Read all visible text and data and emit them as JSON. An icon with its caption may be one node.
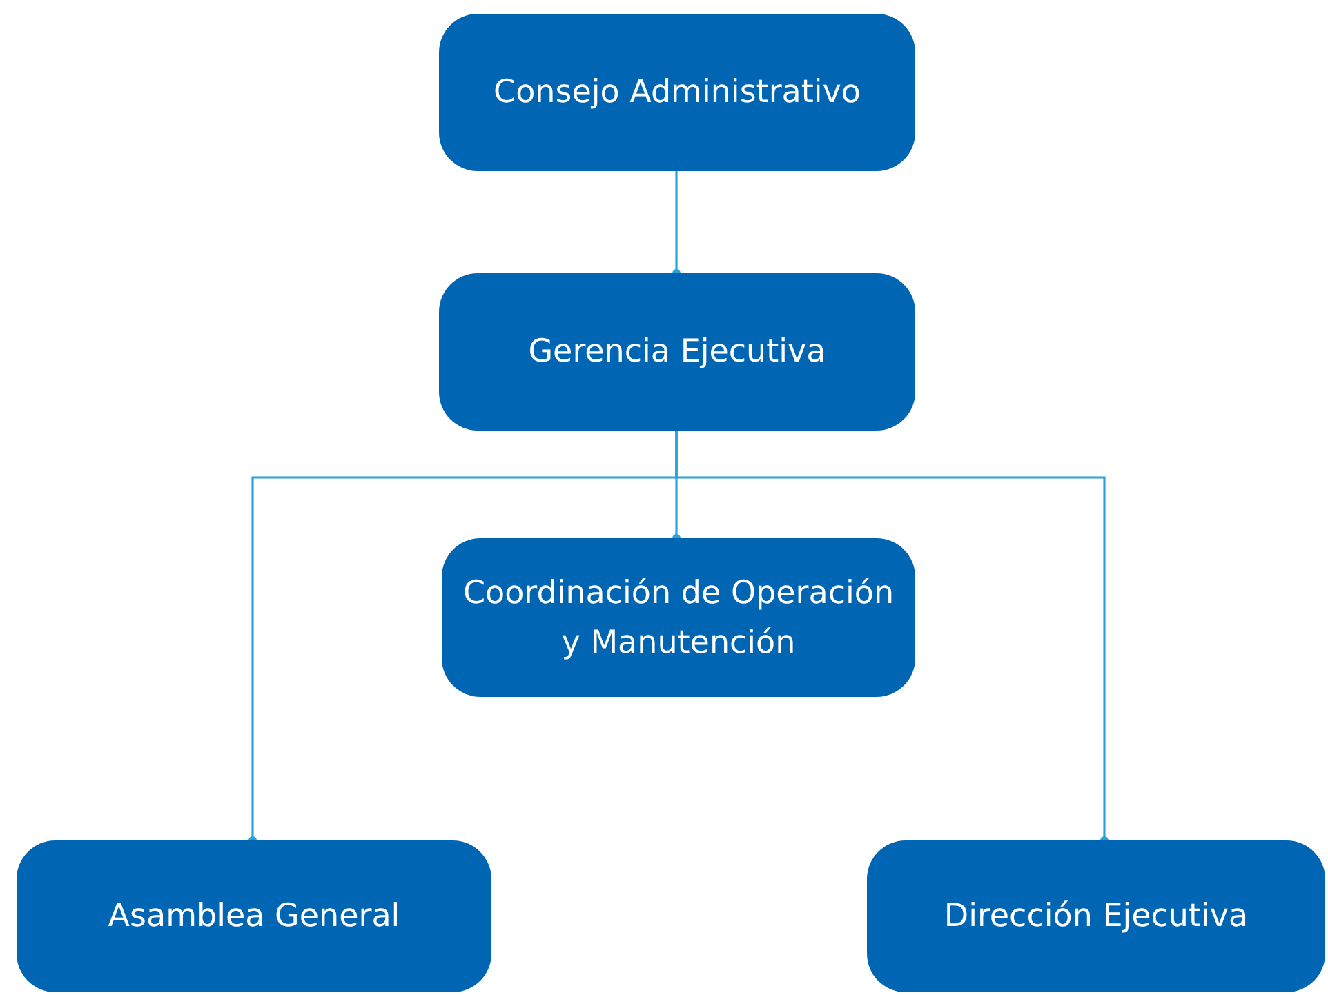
{
  "diagram": {
    "nodes": [
      {
        "text": [
          "Consejo Administrativo"
        ]
      },
      {
        "text": [
          "Gerencia Ejecutiva"
        ]
      },
      {
        "text": [
          "Coordinación de Operación y Manutención"
        ]
      },
      {
        "text": [
          "Asamblea General"
        ]
      },
      {
        "text": [
          "Dirección Ejecutiva"
        ]
      }
    ],
    "edges": [
      {
        "from": 0,
        "to": 1,
        "arrow": "other"
      },
      {
        "from": 1,
        "to": 2,
        "arrow": "other"
      },
      {
        "from": 1,
        "to": 3,
        "arrow": "other"
      },
      {
        "from": 1,
        "to": 4,
        "arrow": "other"
      }
    ]
  }
}
